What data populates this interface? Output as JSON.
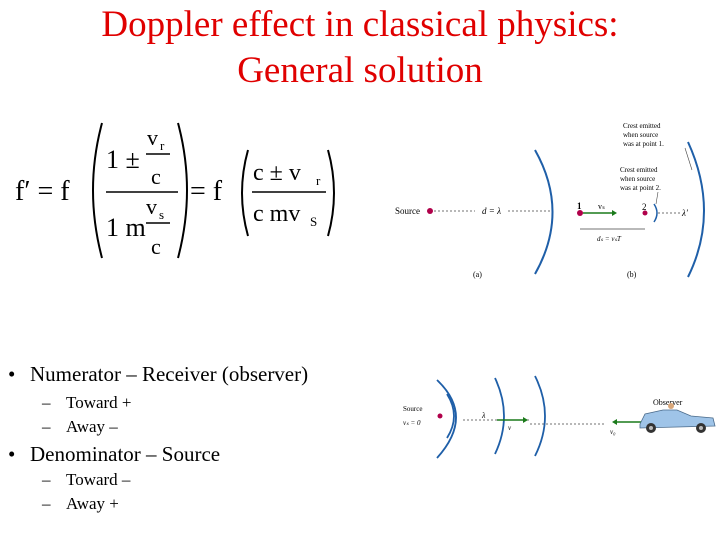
{
  "title": {
    "line1": "Doppler effect in classical physics:",
    "line2": "General solution"
  },
  "formula": {
    "lhs": "f′ = f",
    "num1": "1 ±",
    "vr_v": "v",
    "vr_sub": "r",
    "c1": "c",
    "den1": "1 m",
    "vs_v": "v",
    "vs_sub": "s",
    "c2": "c",
    "eq2": "= f",
    "num2_a": "c ± v",
    "num2_sub": "r",
    "den2_a": "c mv",
    "den2_sub": "S"
  },
  "bullets": [
    {
      "text": "Numerator – Receiver (observer)",
      "sub": [
        "Toward +",
        "Away –"
      ]
    },
    {
      "text": "Denominator – Source",
      "sub": [
        "Toward –",
        "Away +"
      ]
    }
  ],
  "figure_top": {
    "source_label": "Source",
    "d_label": "d = λ",
    "label_1": "1",
    "vs_label": "vₛ",
    "label_2": "2",
    "lambda_prime": "λ′",
    "ds_label": "dₛ = vₛT",
    "crest1_line1": "Crest emitted",
    "crest1_line2": "when source",
    "crest1_line3": "was at point 1.",
    "crest2_line1": "Crest emitted",
    "crest2_line2": "when source",
    "crest2_line3": "was at point 2.",
    "caption_a": "(a)",
    "caption_b": "(b)"
  },
  "figure_bottom": {
    "source_label": "Source",
    "vs_zero": "vₛ = 0",
    "lambda": "λ",
    "v_label": "v",
    "observer_label": "Observer",
    "vo_label": "v₀"
  },
  "colors": {
    "title": "#e00000",
    "wave": "#1f5fa8",
    "source_dot": "#b0004a",
    "arrow_green": "#1a7a1a",
    "car": "#9fc4e8"
  }
}
